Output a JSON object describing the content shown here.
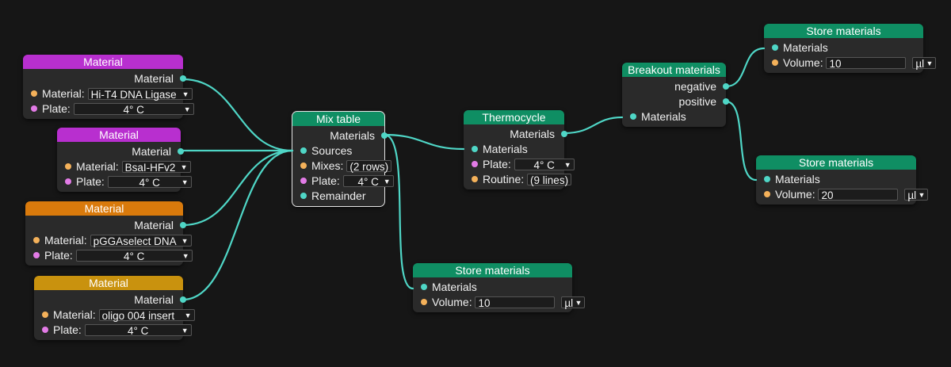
{
  "materials": [
    {
      "title": "Material",
      "out_label": "Material",
      "material_label": "Material:",
      "material_value": "Hi-T4 DNA Ligase",
      "plate_label": "Plate:",
      "plate_value": "4° C",
      "color": "#b82fcf"
    },
    {
      "title": "Material",
      "out_label": "Material",
      "material_label": "Material:",
      "material_value": "BsaI-HFv2",
      "plate_label": "Plate:",
      "plate_value": "4° C",
      "color": "#b82fcf"
    },
    {
      "title": "Material",
      "out_label": "Material",
      "material_label": "Material:",
      "material_value": "pGGAselect DNA",
      "plate_label": "Plate:",
      "plate_value": "4° C",
      "color": "#d97a0c"
    },
    {
      "title": "Material",
      "out_label": "Material",
      "material_label": "Material:",
      "material_value": "oligo 004 insert",
      "plate_label": "Plate:",
      "plate_value": "4° C",
      "color": "#c9920e"
    }
  ],
  "mix_table": {
    "title": "Mix table",
    "out_label": "Materials",
    "sources_label": "Sources",
    "mixes_label": "Mixes:",
    "mixes_value": "(2 rows)",
    "plate_label": "Plate:",
    "plate_value": "4° C",
    "remainder_label": "Remainder"
  },
  "thermocycle": {
    "title": "Thermocycle",
    "out_label": "Materials",
    "in_label": "Materials",
    "plate_label": "Plate:",
    "plate_value": "4° C",
    "routine_label": "Routine:",
    "routine_value": "(9 lines)"
  },
  "breakout": {
    "title": "Breakout materials",
    "negative_label": "negative",
    "positive_label": "positive",
    "in_label": "Materials"
  },
  "stores": [
    {
      "title": "Store materials",
      "in_label": "Materials",
      "volume_label": "Volume:",
      "volume_value": "10",
      "unit": "µl"
    },
    {
      "title": "Store materials",
      "in_label": "Materials",
      "volume_label": "Volume:",
      "volume_value": "20",
      "unit": "µl"
    },
    {
      "title": "Store materials",
      "in_label": "Materials",
      "volume_label": "Volume:",
      "volume_value": "10",
      "unit": "µl"
    }
  ],
  "colors": {
    "wire": "#4fd6c6",
    "port_material": "#4fd6c6",
    "port_number": "#f4b15a",
    "port_plate": "#e27be6",
    "header_store": "#0f8e63"
  }
}
